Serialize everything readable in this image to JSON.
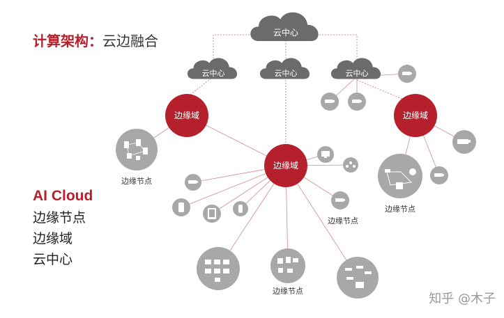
{
  "title": {
    "bold": "计算架构：",
    "rest": "云边融合"
  },
  "left_list": {
    "heading": "AI Cloud",
    "items": [
      "边缘节点",
      "边缘域",
      "云中心"
    ]
  },
  "diagram": {
    "cloud_label": "云中心",
    "domain_label": "边缘域",
    "node_label": "边缘节点"
  },
  "watermark": "知乎 @木子",
  "colors": {
    "accent": "#b5202c",
    "node_gray": "#a8a8a8",
    "cloud_gray": "#6b6b6b",
    "line": "#d08a90"
  }
}
